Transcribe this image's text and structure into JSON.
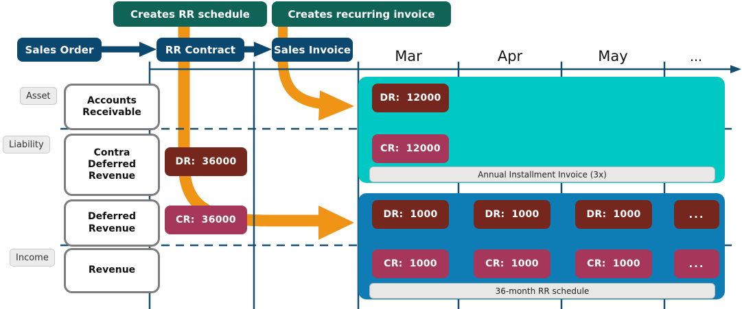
{
  "flow": {
    "nodes": [
      {
        "id": "sales-order",
        "label": "Sales Order"
      },
      {
        "id": "rr-contract",
        "label": "RR Contract"
      },
      {
        "id": "sales-invoice",
        "label": "Sales Invoice"
      }
    ],
    "callouts": [
      {
        "id": "creates-rr-schedule",
        "label": "Creates RR schedule"
      },
      {
        "id": "creates-recurring-invoice",
        "label": "Creates recurring invoice"
      }
    ]
  },
  "account_types": [
    {
      "id": "asset",
      "label": "Asset"
    },
    {
      "id": "liability",
      "label": "Liability"
    },
    {
      "id": "income",
      "label": "Income"
    }
  ],
  "accounts": [
    {
      "id": "accounts-receivable",
      "label": "Accounts\nReceivable"
    },
    {
      "id": "contra-deferred-revenue",
      "label": "Contra\nDeferred\nRevenue"
    },
    {
      "id": "deferred-revenue",
      "label": "Deferred\nRevenue"
    },
    {
      "id": "revenue",
      "label": "Revenue"
    }
  ],
  "contract_entries": [
    {
      "id": "contract-dr",
      "kind": "DR",
      "key": "DR:",
      "value": "36000"
    },
    {
      "id": "contract-cr",
      "kind": "CR",
      "key": "CR:",
      "value": "36000"
    }
  ],
  "timeline": {
    "months": [
      "Mar",
      "Apr",
      "May",
      "..."
    ]
  },
  "invoice_panel": {
    "id": "annual-installment-invoice",
    "caption": "Annual Installment Invoice (3x)",
    "color": "#00c9c4",
    "entries": [
      {
        "id": "invoice-dr-mar",
        "kind": "DR",
        "key": "DR:",
        "value": "12000",
        "month": "Mar"
      },
      {
        "id": "invoice-cr-mar",
        "kind": "CR",
        "key": "CR:",
        "value": "12000",
        "month": "Mar"
      }
    ]
  },
  "schedule_panel": {
    "id": "rr-schedule",
    "caption": "36-month RR schedule",
    "color": "#0e7cb5",
    "debits": [
      {
        "id": "sched-dr-mar",
        "kind": "DR",
        "key": "DR:",
        "value": "1000",
        "month": "Mar"
      },
      {
        "id": "sched-dr-apr",
        "kind": "DR",
        "key": "DR:",
        "value": "1000",
        "month": "Apr"
      },
      {
        "id": "sched-dr-may",
        "kind": "DR",
        "key": "DR:",
        "value": "1000",
        "month": "May"
      },
      {
        "id": "sched-dr-more",
        "kind": "DR",
        "key": "...",
        "value": "",
        "month": "..."
      }
    ],
    "credits": [
      {
        "id": "sched-cr-mar",
        "kind": "CR",
        "key": "CR:",
        "value": "1000",
        "month": "Mar"
      },
      {
        "id": "sched-cr-apr",
        "kind": "CR",
        "key": "CR:",
        "value": "1000",
        "month": "Apr"
      },
      {
        "id": "sched-cr-may",
        "kind": "CR",
        "key": "CR:",
        "value": "1000",
        "month": "May"
      },
      {
        "id": "sched-cr-more",
        "kind": "CR",
        "key": "...",
        "value": "",
        "month": "..."
      }
    ]
  },
  "colors": {
    "navy": "#0b4870",
    "teal_dark": "#106357",
    "orange": "#ef9415",
    "debit": "#76271d",
    "credit": "#a6375b",
    "teal": "#00c9c4",
    "blue": "#0e7cb5",
    "axis": "#174e6e"
  }
}
